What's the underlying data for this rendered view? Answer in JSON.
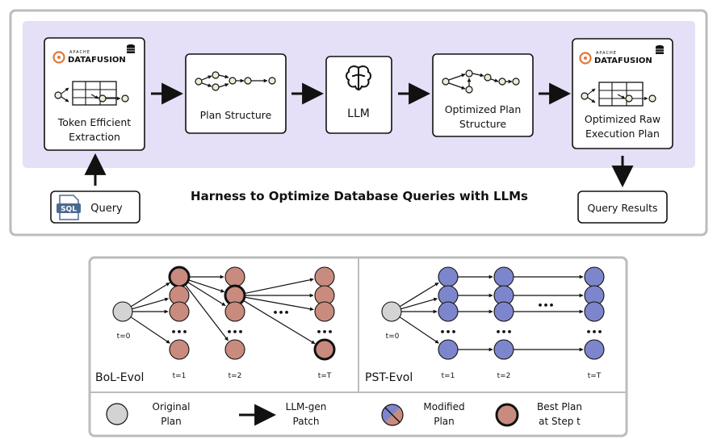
{
  "top": {
    "title": "Harness to Optimize Database Queries with LLMs",
    "logo_small": "APACHE",
    "logo_big": "DATAFUSION",
    "boxes": {
      "token_line1": "Token Efficient",
      "token_line2": "Extraction",
      "plan_structure": "Plan Structure",
      "llm": "LLM",
      "opt_line1": "Optimized Plan",
      "opt_line2": "Structure",
      "raw_line1": "Optimized Raw",
      "raw_line2": "Execution Plan"
    },
    "query": "Query",
    "sql_badge": "SQL",
    "results": "Query Results"
  },
  "bottom": {
    "left_label": "BoL-Evol",
    "right_label": "PST-Evol",
    "t0": "t=0",
    "steps": [
      "t=1",
      "t=2",
      "t=T"
    ],
    "dots": "•••"
  },
  "legend": {
    "original_1": "Original",
    "original_2": "Plan",
    "patch_1": "LLM-gen",
    "patch_2": "Patch",
    "modified_1": "Modified",
    "modified_2": "Plan",
    "best_1": "Best Plan",
    "best_2": "at Step t"
  },
  "colors": {
    "panel_fill": "#e5dff7",
    "brown_node": "#c98b7e",
    "blue_node": "#7d86cc",
    "gray_node": "#d3d3d3",
    "logo_orange": "#e2763a",
    "sql_blue": "#4a6b8f"
  }
}
